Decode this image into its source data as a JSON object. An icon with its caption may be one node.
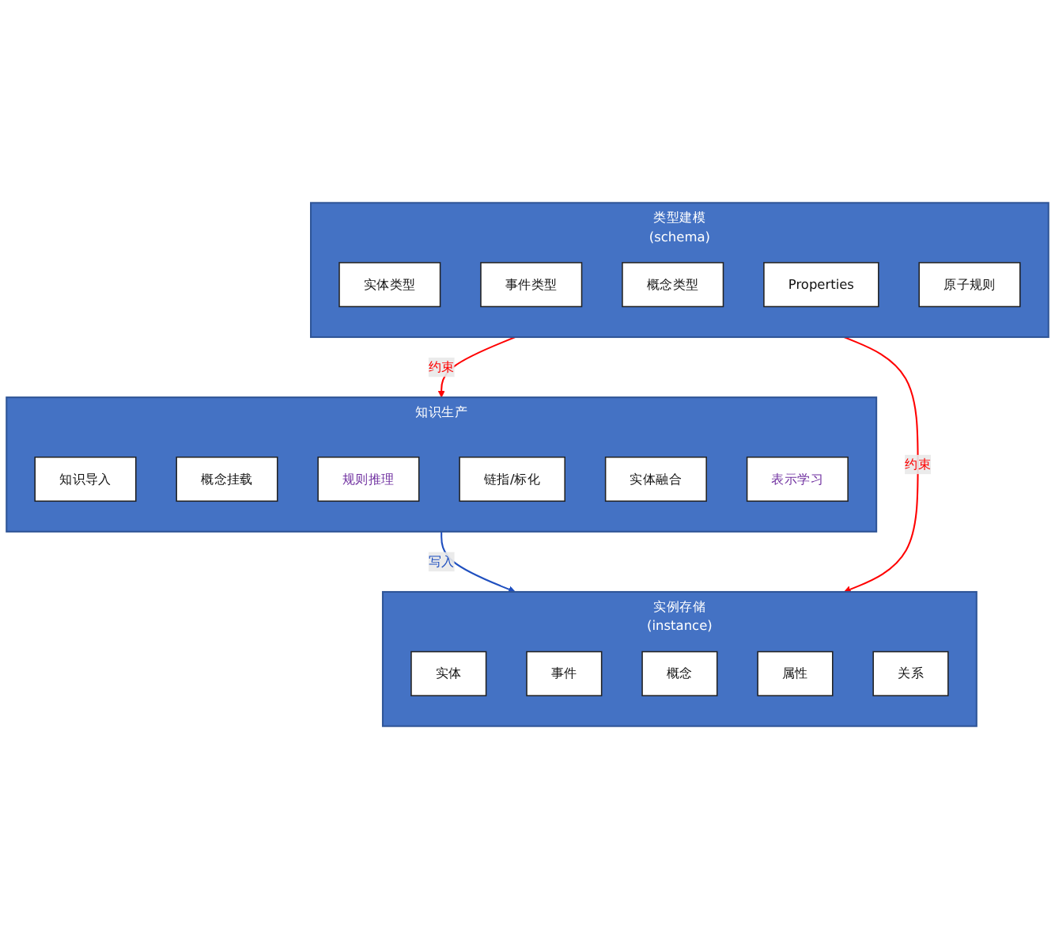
{
  "diagram": {
    "nodes": [
      {
        "text": [
          "类型建模",
          "(schema)"
        ]
      },
      {
        "text": [
          "实体类型"
        ],
        "in": 0
      },
      {
        "text": [
          "事件类型"
        ],
        "in": 0
      },
      {
        "text": [
          "概念类型"
        ],
        "in": 0
      },
      {
        "text": [
          "Properties"
        ],
        "in": 0
      },
      {
        "text": [
          "原子规则"
        ],
        "in": 0
      },
      {
        "text": [
          "知识生产"
        ]
      },
      {
        "text": [
          "知识导入"
        ],
        "in": 6
      },
      {
        "text": [
          "概念挂载"
        ],
        "in": 6
      },
      {
        "text": [
          "规则推理"
        ],
        "in": 6
      },
      {
        "text": [
          "链指/标化"
        ],
        "in": 6
      },
      {
        "text": [
          "实体融合"
        ],
        "in": 6
      },
      {
        "text": [
          "表示学习"
        ],
        "in": 6
      },
      {
        "text": [
          "实例存储",
          "(instance)"
        ]
      },
      {
        "text": [
          "实体"
        ],
        "in": 13
      },
      {
        "text": [
          "事件"
        ],
        "in": 13
      },
      {
        "text": [
          "概念"
        ],
        "in": 13
      },
      {
        "text": [
          "属性"
        ],
        "in": 13
      },
      {
        "text": [
          "关系"
        ],
        "in": 13
      }
    ],
    "edges": [
      {
        "from": 0,
        "to": 6,
        "arrow": "to",
        "label": "约束",
        "color": "#ff0000"
      },
      {
        "from": 6,
        "to": 13,
        "arrow": "to",
        "label": "写入",
        "color": "#1f4fbf"
      },
      {
        "from": 0,
        "to": 13,
        "arrow": "to",
        "label": "约束",
        "color": "#ff0000"
      }
    ]
  }
}
